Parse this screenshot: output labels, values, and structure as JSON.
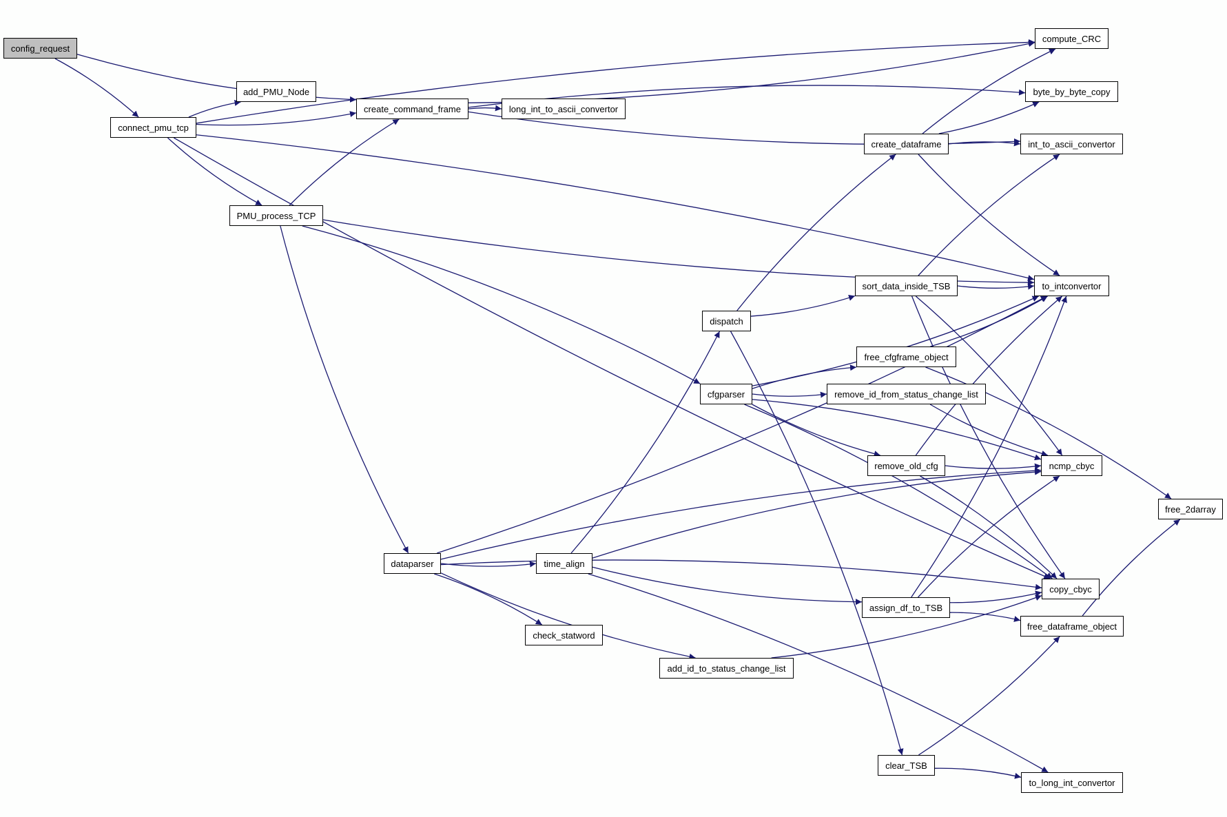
{
  "diagram": {
    "type": "call-graph",
    "edge_color": "#191970",
    "root_fill": "#bfbfbf",
    "nodes": [
      {
        "id": "config_request",
        "label": "config_request",
        "root": true
      },
      {
        "id": "connect_pmu_tcp",
        "label": "connect_pmu_tcp"
      },
      {
        "id": "add_PMU_Node",
        "label": "add_PMU_Node"
      },
      {
        "id": "create_command_frame",
        "label": "create_command_frame"
      },
      {
        "id": "long_int_to_ascii_convertor",
        "label": "long_int_to_ascii_convertor"
      },
      {
        "id": "PMU_process_TCP",
        "label": "PMU_process_TCP"
      },
      {
        "id": "compute_CRC",
        "label": "compute_CRC"
      },
      {
        "id": "byte_by_byte_copy",
        "label": "byte_by_byte_copy"
      },
      {
        "id": "create_dataframe",
        "label": "create_dataframe"
      },
      {
        "id": "int_to_ascii_convertor",
        "label": "int_to_ascii_convertor"
      },
      {
        "id": "sort_data_inside_TSB",
        "label": "sort_data_inside_TSB"
      },
      {
        "id": "to_intconvertor",
        "label": "to_intconvertor"
      },
      {
        "id": "dispatch",
        "label": "dispatch"
      },
      {
        "id": "free_cfgframe_object",
        "label": "free_cfgframe_object"
      },
      {
        "id": "cfgparser",
        "label": "cfgparser"
      },
      {
        "id": "remove_id_from_status_change_list",
        "label": "remove_id_from_status_change_list"
      },
      {
        "id": "remove_old_cfg",
        "label": "remove_old_cfg"
      },
      {
        "id": "ncmp_cbyc",
        "label": "ncmp_cbyc"
      },
      {
        "id": "free_2darray",
        "label": "free_2darray"
      },
      {
        "id": "dataparser",
        "label": "dataparser"
      },
      {
        "id": "time_align",
        "label": "time_align"
      },
      {
        "id": "copy_cbyc",
        "label": "copy_cbyc"
      },
      {
        "id": "assign_df_to_TSB",
        "label": "assign_df_to_TSB"
      },
      {
        "id": "free_dataframe_object",
        "label": "free_dataframe_object"
      },
      {
        "id": "check_statword",
        "label": "check_statword"
      },
      {
        "id": "add_id_to_status_change_list",
        "label": "add_id_to_status_change_list"
      },
      {
        "id": "clear_TSB",
        "label": "clear_TSB"
      },
      {
        "id": "to_long_int_convertor",
        "label": "to_long_int_convertor"
      }
    ],
    "edges": [
      [
        "config_request",
        "connect_pmu_tcp"
      ],
      [
        "config_request",
        "create_command_frame"
      ],
      [
        "connect_pmu_tcp",
        "add_PMU_Node"
      ],
      [
        "connect_pmu_tcp",
        "create_command_frame"
      ],
      [
        "connect_pmu_tcp",
        "compute_CRC"
      ],
      [
        "connect_pmu_tcp",
        "PMU_process_TCP"
      ],
      [
        "connect_pmu_tcp",
        "to_intconvertor"
      ],
      [
        "connect_pmu_tcp",
        "copy_cbyc"
      ],
      [
        "create_command_frame",
        "long_int_to_ascii_convertor"
      ],
      [
        "create_command_frame",
        "compute_CRC"
      ],
      [
        "create_command_frame",
        "byte_by_byte_copy"
      ],
      [
        "create_command_frame",
        "int_to_ascii_convertor"
      ],
      [
        "PMU_process_TCP",
        "create_command_frame"
      ],
      [
        "PMU_process_TCP",
        "to_intconvertor"
      ],
      [
        "PMU_process_TCP",
        "cfgparser"
      ],
      [
        "PMU_process_TCP",
        "dataparser"
      ],
      [
        "create_dataframe",
        "compute_CRC"
      ],
      [
        "create_dataframe",
        "byte_by_byte_copy"
      ],
      [
        "create_dataframe",
        "int_to_ascii_convertor"
      ],
      [
        "create_dataframe",
        "to_intconvertor"
      ],
      [
        "sort_data_inside_TSB",
        "int_to_ascii_convertor"
      ],
      [
        "sort_data_inside_TSB",
        "to_intconvertor"
      ],
      [
        "sort_data_inside_TSB",
        "ncmp_cbyc"
      ],
      [
        "sort_data_inside_TSB",
        "copy_cbyc"
      ],
      [
        "dispatch",
        "create_dataframe"
      ],
      [
        "dispatch",
        "sort_data_inside_TSB"
      ],
      [
        "dispatch",
        "clear_TSB"
      ],
      [
        "cfgparser",
        "to_intconvertor"
      ],
      [
        "cfgparser",
        "free_cfgframe_object"
      ],
      [
        "cfgparser",
        "remove_id_from_status_change_list"
      ],
      [
        "cfgparser",
        "ncmp_cbyc"
      ],
      [
        "cfgparser",
        "remove_old_cfg"
      ],
      [
        "cfgparser",
        "copy_cbyc"
      ],
      [
        "free_cfgframe_object",
        "to_intconvertor"
      ],
      [
        "free_cfgframe_object",
        "free_2darray"
      ],
      [
        "remove_id_from_status_change_list",
        "ncmp_cbyc"
      ],
      [
        "remove_old_cfg",
        "to_intconvertor"
      ],
      [
        "remove_old_cfg",
        "ncmp_cbyc"
      ],
      [
        "remove_old_cfg",
        "copy_cbyc"
      ],
      [
        "dataparser",
        "to_intconvertor"
      ],
      [
        "dataparser",
        "ncmp_cbyc"
      ],
      [
        "dataparser",
        "time_align"
      ],
      [
        "dataparser",
        "check_statword"
      ],
      [
        "dataparser",
        "add_id_to_status_change_list"
      ],
      [
        "dataparser",
        "copy_cbyc"
      ],
      [
        "time_align",
        "dispatch"
      ],
      [
        "time_align",
        "ncmp_cbyc"
      ],
      [
        "time_align",
        "assign_df_to_TSB"
      ],
      [
        "time_align",
        "to_long_int_convertor"
      ],
      [
        "assign_df_to_TSB",
        "to_intconvertor"
      ],
      [
        "assign_df_to_TSB",
        "ncmp_cbyc"
      ],
      [
        "assign_df_to_TSB",
        "copy_cbyc"
      ],
      [
        "assign_df_to_TSB",
        "free_dataframe_object"
      ],
      [
        "add_id_to_status_change_list",
        "copy_cbyc"
      ],
      [
        "free_dataframe_object",
        "free_2darray"
      ],
      [
        "clear_TSB",
        "free_dataframe_object"
      ],
      [
        "clear_TSB",
        "to_long_int_convertor"
      ]
    ]
  }
}
